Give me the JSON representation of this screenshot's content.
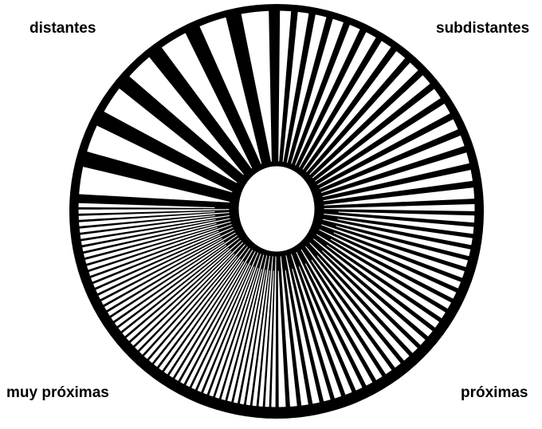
{
  "labels": {
    "top_left": "distantes",
    "top_right": "subdistantes",
    "bottom_left": "muy próximas",
    "bottom_right": "próximas"
  },
  "colors": {
    "ink": "#000000",
    "paper": "#ffffff"
  }
}
